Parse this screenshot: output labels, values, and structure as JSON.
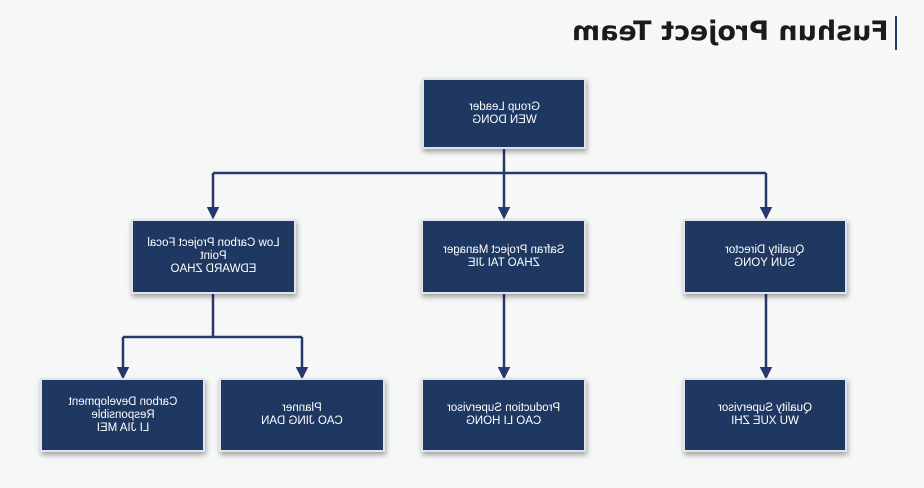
{
  "title": "Fushun Project Team",
  "colors": {
    "box_fill": "#1f3862",
    "box_border": "#dfe4ec",
    "connector": "#27386d",
    "background": "#f6f8f7"
  },
  "nodes": {
    "group_leader": {
      "role": "Group Leader",
      "name": "WEN DONG"
    },
    "low_carbon_focal": {
      "role": "Low Carbon Project Focal Point",
      "name": "EDWARD ZHAO"
    },
    "safran_manager": {
      "role": "Safran Project Manager",
      "name": "ZHAO TAI JIE"
    },
    "quality_director": {
      "role": "Quality Director",
      "name": "SUN YONG"
    },
    "carbon_dev": {
      "role": "Carbon Development Responsible",
      "name": "LI JIA MEI"
    },
    "planner": {
      "role": "Planner",
      "name": "CAO JING DAN"
    },
    "production_supervisor": {
      "role": "Production Supervisor",
      "name": "CAO LI HONG"
    },
    "quality_supervisor": {
      "role": "Quality Supervisor",
      "name": "WU XUE ZHI"
    }
  }
}
